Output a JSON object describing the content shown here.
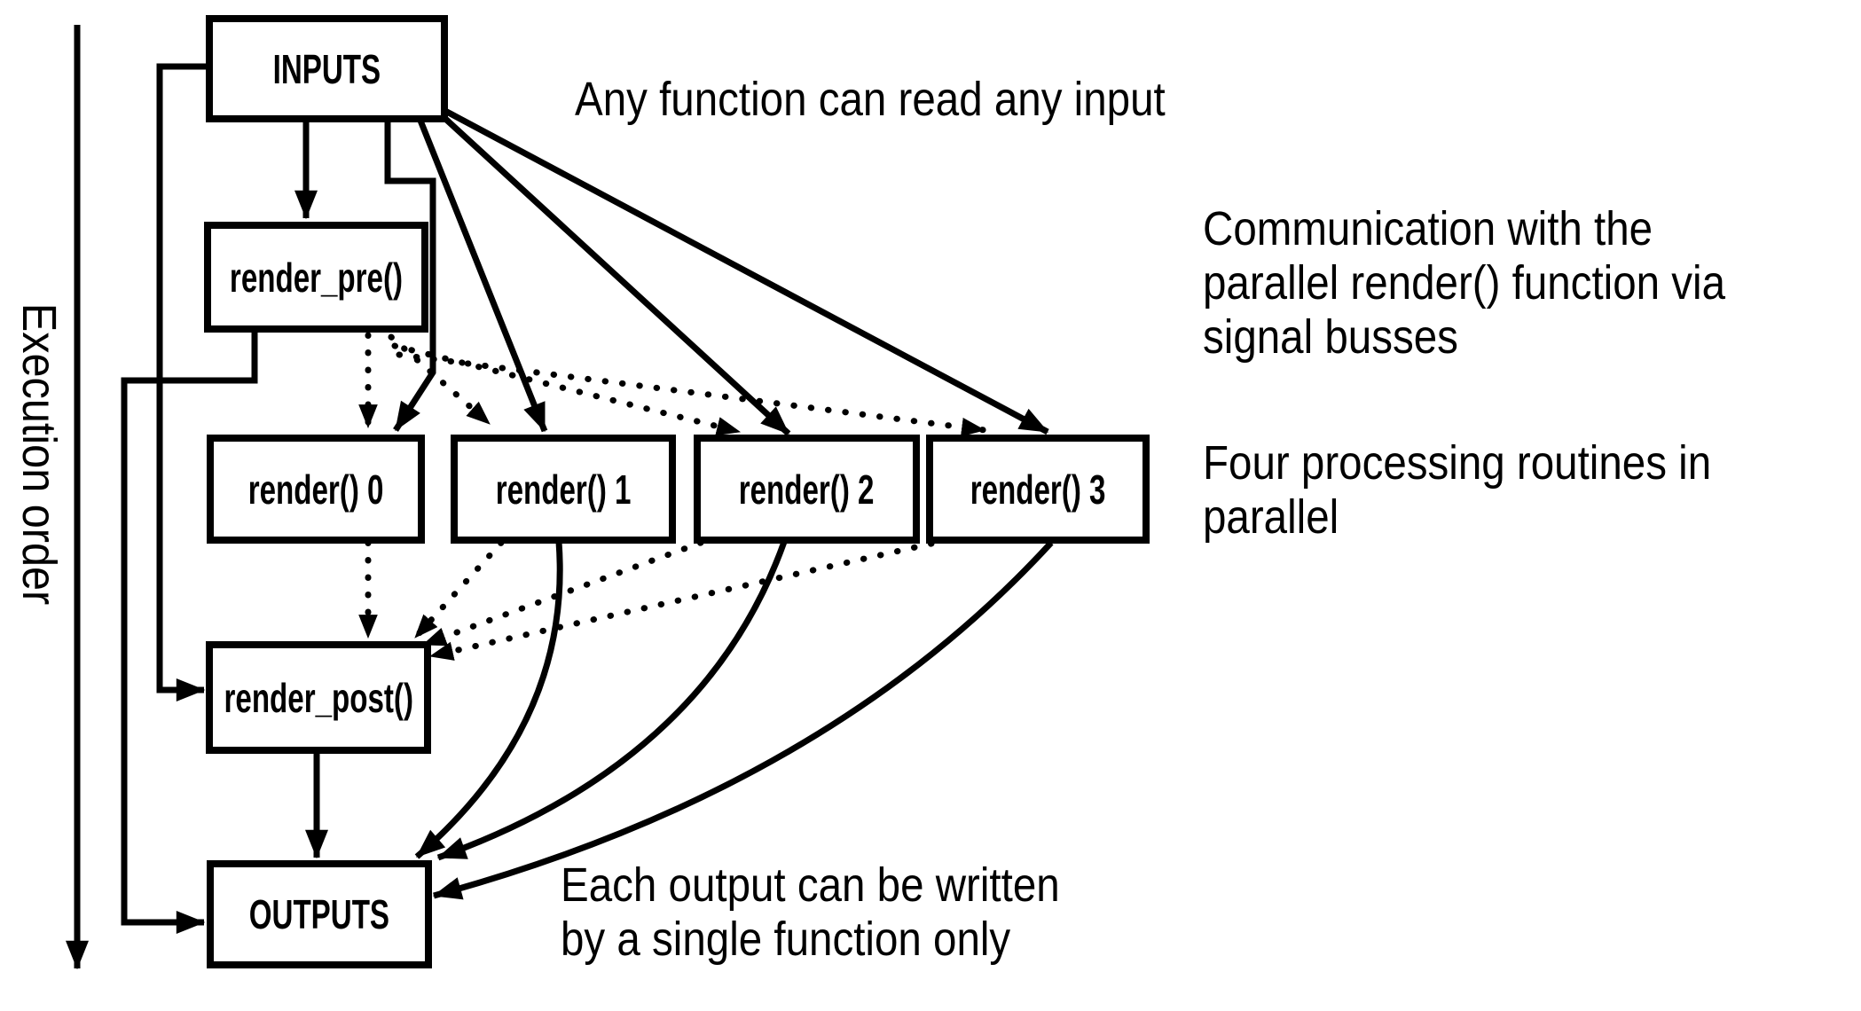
{
  "diagram": {
    "execution_axis_label": "Execution order",
    "boxes": {
      "inputs": {
        "label": "INPUTS"
      },
      "render_pre": {
        "label": "render_pre()"
      },
      "render_0": {
        "label": "render() 0"
      },
      "render_1": {
        "label": "render() 1"
      },
      "render_2": {
        "label": "render() 2"
      },
      "render_3": {
        "label": "render() 3"
      },
      "render_post": {
        "label": "render_post()"
      },
      "outputs": {
        "label": "OUTPUTS"
      }
    },
    "annotations": {
      "inputs_note": {
        "lines": [
          "Any function can read any input"
        ]
      },
      "signal_bus_note": {
        "lines": [
          "Communication with the",
          "parallel render() function via",
          "signal busses"
        ]
      },
      "parallel_note": {
        "lines": [
          "Four processing routines in",
          "parallel"
        ]
      },
      "outputs_note": {
        "lines": [
          "Each output can be written",
          "by a single function only"
        ]
      }
    },
    "colors": {
      "line": "#000000",
      "box_fill": "#ffffff",
      "text": "#000000",
      "background": "#ffffff"
    }
  }
}
